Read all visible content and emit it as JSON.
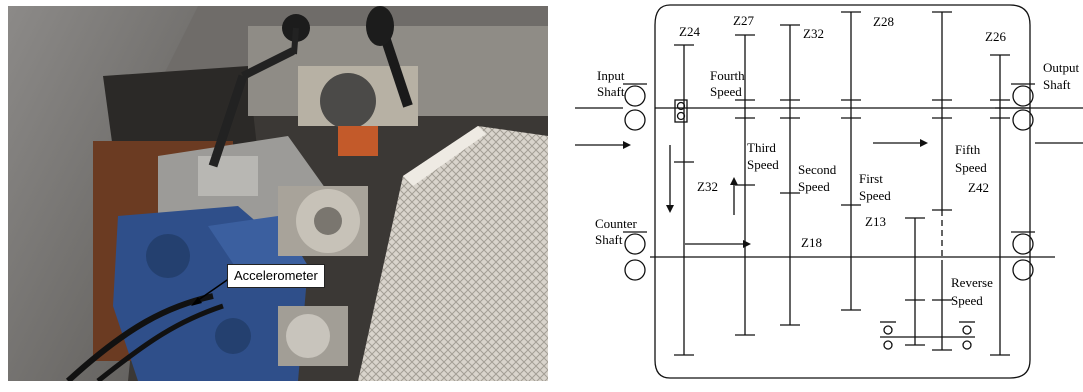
{
  "photo": {
    "callout_label": "Accelerometer"
  },
  "diagram": {
    "shafts": {
      "input": [
        "Input",
        "Shaft"
      ],
      "output": [
        "Output",
        "Shaft"
      ],
      "counter": [
        "Counter",
        "Shaft"
      ]
    },
    "gears": {
      "z24": "Z24",
      "z27": "Z27",
      "z32_top": "Z32",
      "z28": "Z28",
      "z26": "Z26",
      "z32_counter": "Z32",
      "z18": "Z18",
      "z13": "Z13",
      "z42": "Z42"
    },
    "speeds": {
      "fourth": [
        "Fourth",
        "Speed"
      ],
      "third": [
        "Third",
        "Speed"
      ],
      "second": [
        "Second",
        "Speed"
      ],
      "first": [
        "First",
        "Speed"
      ],
      "fifth": [
        "Fifth",
        "Speed"
      ],
      "reverse": [
        "Reverse",
        "Speed"
      ]
    },
    "colors": {
      "line": "#111111",
      "photo_blue": "#2f4f8a"
    }
  }
}
